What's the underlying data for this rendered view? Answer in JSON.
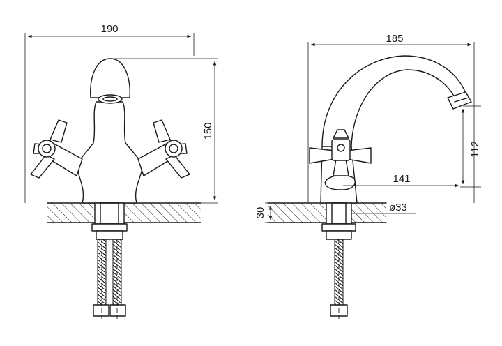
{
  "front_view": {
    "width_label": "190",
    "height_label": "150"
  },
  "side_view": {
    "reach_label": "185",
    "spout_height_label": "112",
    "spout_offset_label": "141",
    "counter_thickness_label": "30",
    "hole_diameter_label": "ø33"
  }
}
